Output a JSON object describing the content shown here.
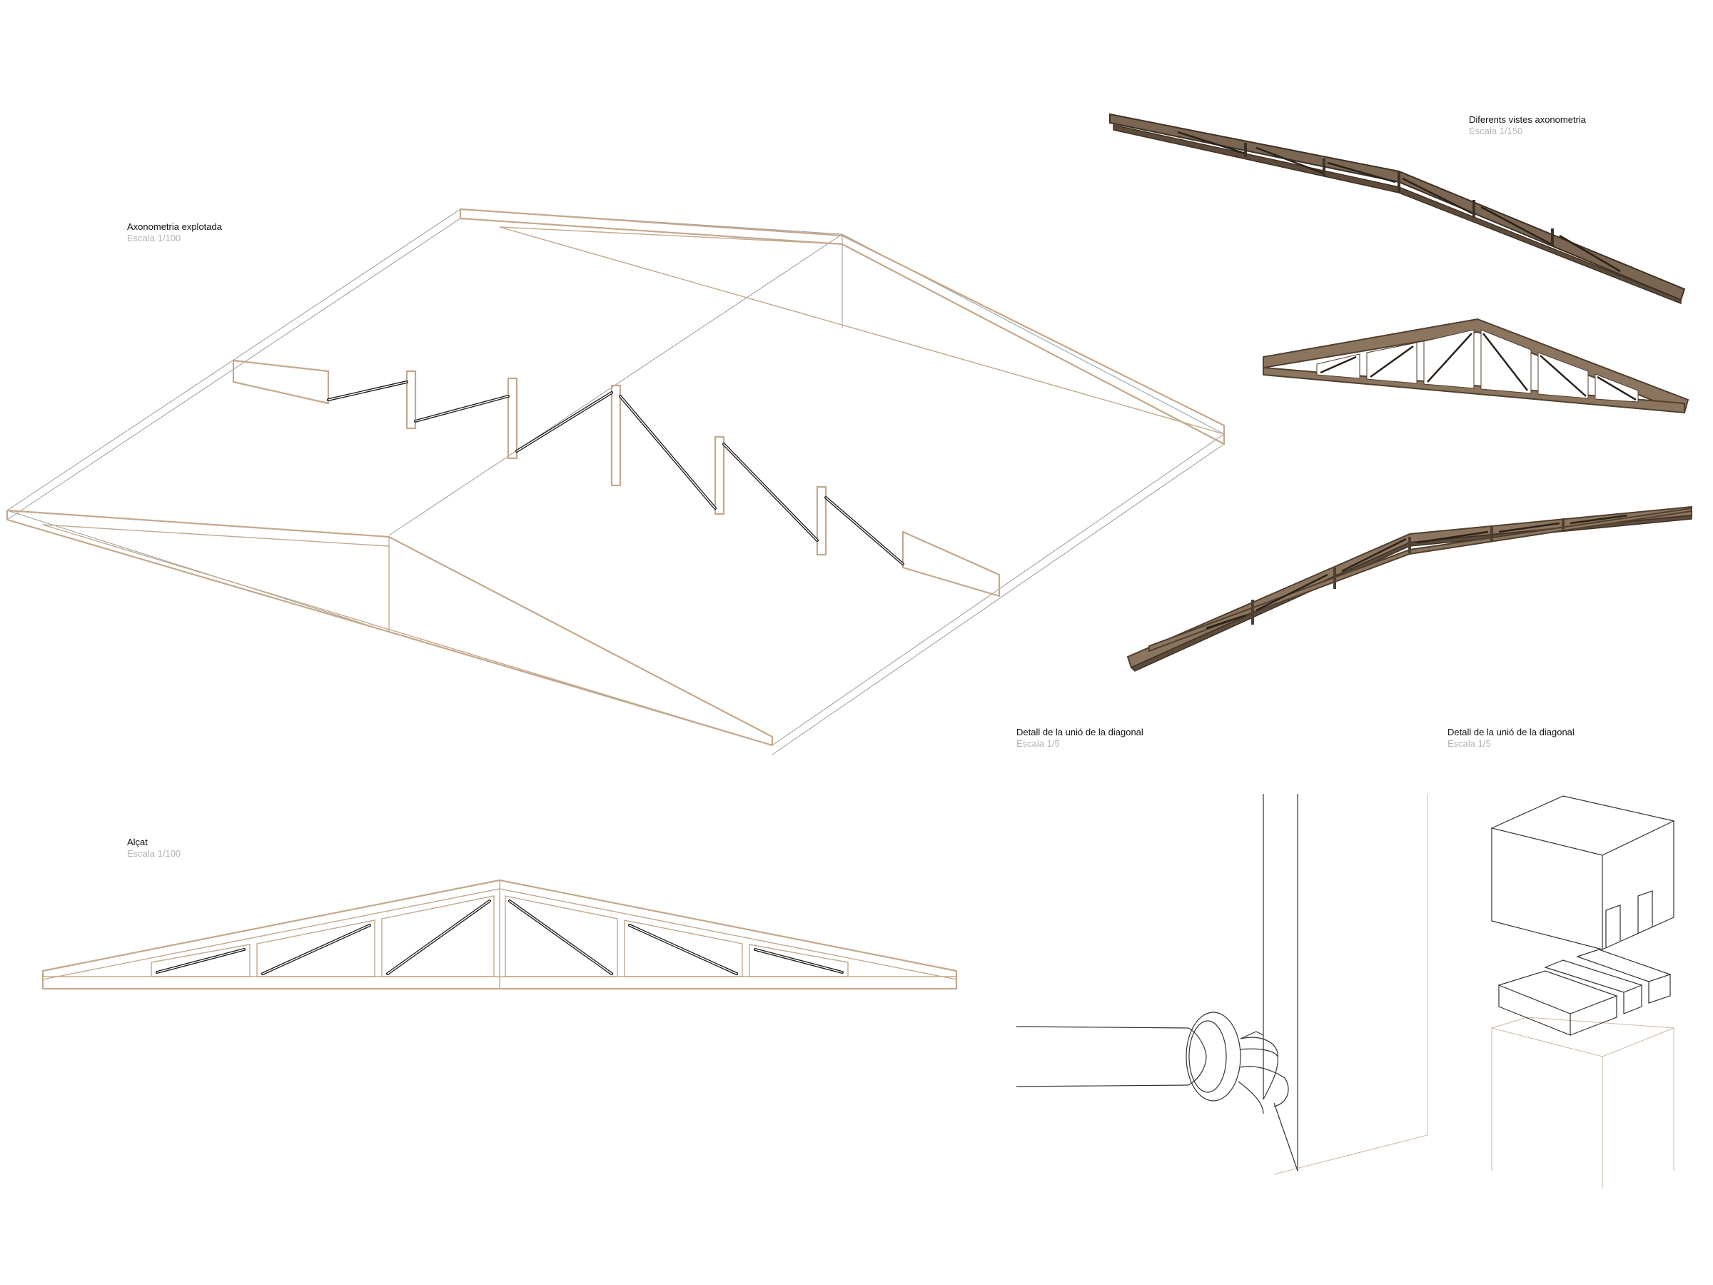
{
  "labels": {
    "axo": {
      "title": "Axonometria explotada",
      "scale": "Escala 1/100"
    },
    "views": {
      "title": "Diferents vistes axonometria",
      "scale": "Escala 1/150"
    },
    "elevation": {
      "title": "Alçat",
      "scale": "Escala 1/100"
    },
    "detail_left": {
      "title": "Detall de la unió de la diagonal",
      "scale": "Escala 1/5"
    },
    "detail_right": {
      "title": "Detall de la unió de la diagonal",
      "scale": "Escala 1/5"
    }
  },
  "colors": {
    "timber": "#c3a88c",
    "timber_dark": "#7a6652",
    "steel_rod": "#1a1a1a",
    "guide_line": "#9a9a9a",
    "caption": "#b3b3b3"
  }
}
